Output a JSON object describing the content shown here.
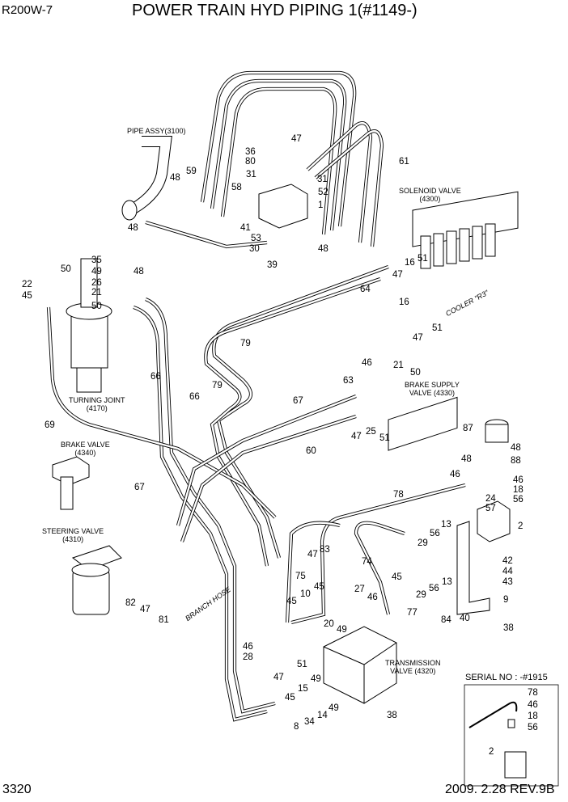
{
  "header": {
    "model": "R200W-7",
    "title": "POWER TRAIN HYD PIPING 1(#1149-)"
  },
  "footer": {
    "page": "3320",
    "revision": "2009. 2.28  REV.9B"
  },
  "component_labels": [
    "PIPE ASSY(3100)",
    "SOLENOID VALVE\n(4300)",
    "TURNING JOINT\n(4170)",
    "BRAKE SUPPLY\nVALVE (4330)",
    "BRAKE VALVE\n(4340)",
    "STEERING VALVE\n(4310)",
    "TRANSMISSION\nVALVE (4320)",
    "COOLER \"R3\"",
    "BRANCH HOSE"
  ],
  "callouts": [
    "59",
    "48",
    "48",
    "36",
    "80",
    "47",
    "31",
    "31",
    "58",
    "52",
    "1",
    "41",
    "53",
    "30",
    "48",
    "39",
    "61",
    "47",
    "16",
    "51",
    "64",
    "16",
    "47",
    "51",
    "35",
    "50",
    "49",
    "48",
    "26",
    "22",
    "21",
    "45",
    "50",
    "79",
    "79",
    "66",
    "66",
    "69",
    "46",
    "21",
    "50",
    "63",
    "67",
    "47",
    "25",
    "51",
    "60",
    "87",
    "48",
    "88",
    "67",
    "48",
    "46",
    "46",
    "18",
    "56",
    "78",
    "24",
    "57",
    "2",
    "47",
    "83",
    "74",
    "13",
    "56",
    "29",
    "45",
    "29",
    "56",
    "13",
    "42",
    "44",
    "43",
    "75",
    "45",
    "10",
    "45",
    "82",
    "47",
    "81",
    "27",
    "46",
    "77",
    "9",
    "84",
    "40",
    "38",
    "20",
    "49",
    "46",
    "28",
    "51",
    "47",
    "49",
    "15",
    "45",
    "49",
    "14",
    "34",
    "8",
    "38"
  ],
  "inset": {
    "title": "SERIAL NO : -#1915",
    "callouts": [
      "78",
      "46",
      "18",
      "56",
      "2"
    ]
  }
}
